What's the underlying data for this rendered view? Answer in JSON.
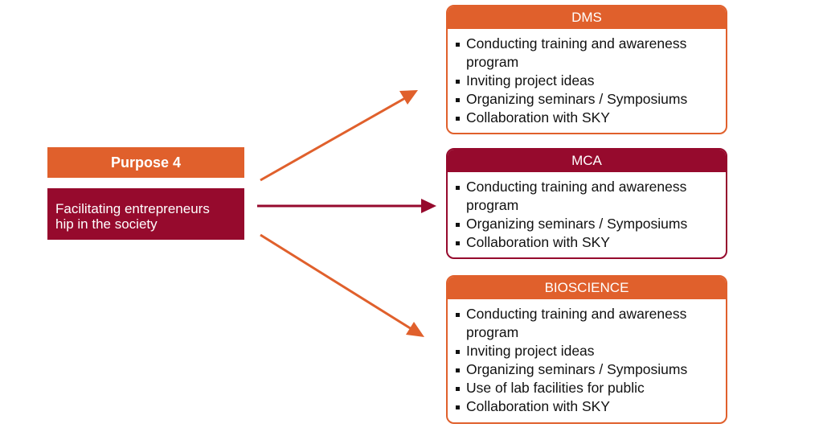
{
  "purpose": {
    "title": "Purpose 4",
    "description_line1": "Facilitating entrepreneurs",
    "description_line2": "hip in the society"
  },
  "cards": [
    {
      "header": "DMS",
      "items": [
        "Conducting training and awareness program",
        "Inviting project ideas",
        "Organizing seminars / Symposiums",
        "Collaboration with SKY"
      ]
    },
    {
      "header": "MCA",
      "items": [
        "Conducting training and awareness program",
        "Organizing seminars / Symposiums",
        "Collaboration with SKY"
      ]
    },
    {
      "header": "BIOSCIENCE",
      "items": [
        "Conducting training and awareness program",
        "Inviting project ideas",
        "Organizing seminars / Symposiums",
        "Use of lab facilities for public",
        "Collaboration with SKY"
      ]
    }
  ],
  "colors": {
    "orange": "#e0602c",
    "maroon": "#960a2d"
  }
}
